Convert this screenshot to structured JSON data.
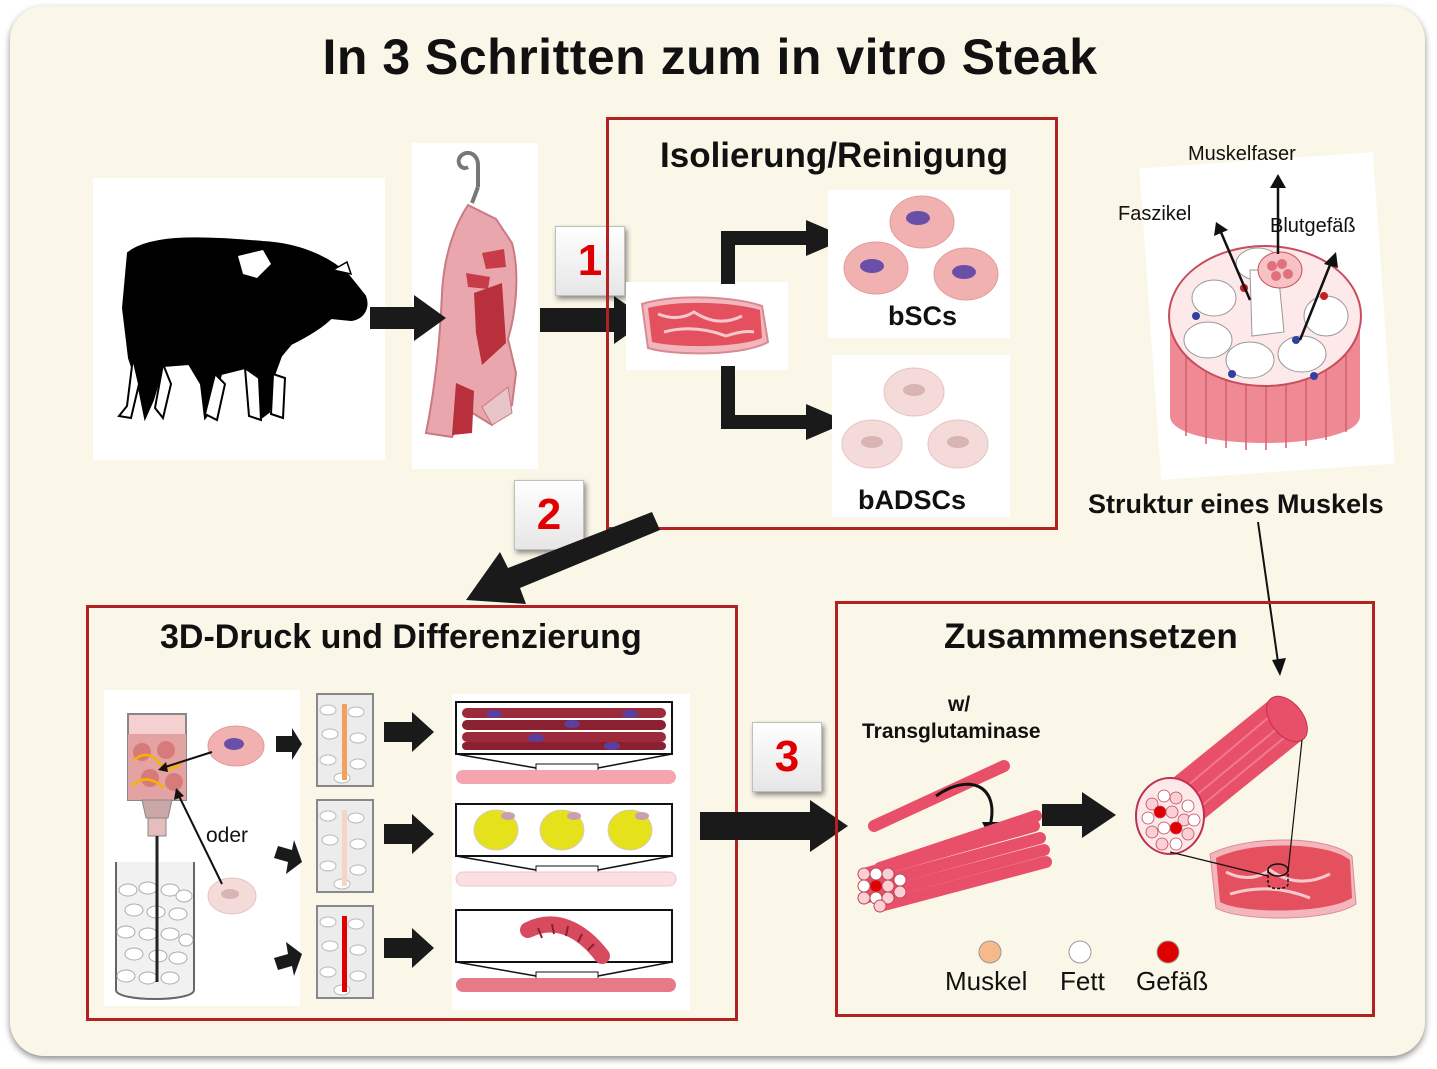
{
  "title": "In 3 Schritten zum in vitro Steak",
  "steps": [
    {
      "number": "1",
      "heading": "Isolierung/Reinigung"
    },
    {
      "number": "2",
      "heading": "3D-Druck und Differenzierung"
    },
    {
      "number": "3",
      "heading": "Zusammensetzen"
    }
  ],
  "isolation": {
    "cell_type_1": "bSCs",
    "cell_type_2": "bADSCs"
  },
  "printing": {
    "or_label": "oder"
  },
  "assembly": {
    "enzyme_line1": "w/",
    "enzyme_line2": "Transglutaminase",
    "legend": [
      {
        "label": "Muskel",
        "color": "#f5b98a"
      },
      {
        "label": "Fett",
        "color": "#ffffff"
      },
      {
        "label": "Gefäß",
        "color": "#e00000"
      }
    ]
  },
  "muscle_structure": {
    "caption": "Struktur eines Muskels",
    "labels": {
      "fiber": "Muskelfaser",
      "fascicle": "Faszikel",
      "vessel": "Blutgefäß"
    }
  },
  "colors": {
    "frame_red": "#b22222",
    "badge_red": "#e00000",
    "meat_pink": "#e8506a",
    "fat_yellow": "#e5e11a",
    "arrow": "#1a1a1a"
  }
}
